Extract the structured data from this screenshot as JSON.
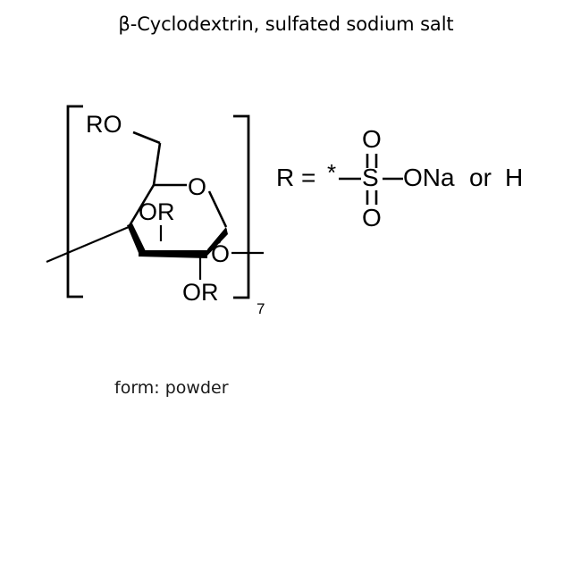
{
  "title": "β-Cyclodextrin, sulfated sodium salt",
  "caption": "form: powder",
  "structure": {
    "name": "beta-cyclodextrin-repeat-unit",
    "repeat_subscript": "7",
    "labels": {
      "c6_substituent": "RO",
      "ring_oxygen": "O",
      "c3_substituent": "OR",
      "c2_substituent": "OR",
      "glycosidic_oxygen": "O"
    }
  },
  "rgroup": {
    "r_label": "R",
    "equals": "=",
    "attachment_star": "*",
    "sulfur": "S",
    "oxygen_top": "O",
    "oxygen_bottom": "O",
    "sodium_oxide": "ONa",
    "alternative_conjunction": "or",
    "alternative": "H"
  },
  "colors": {
    "background": "#ffffff",
    "ink": "#000000",
    "caption_ink": "#1a1a1a"
  }
}
